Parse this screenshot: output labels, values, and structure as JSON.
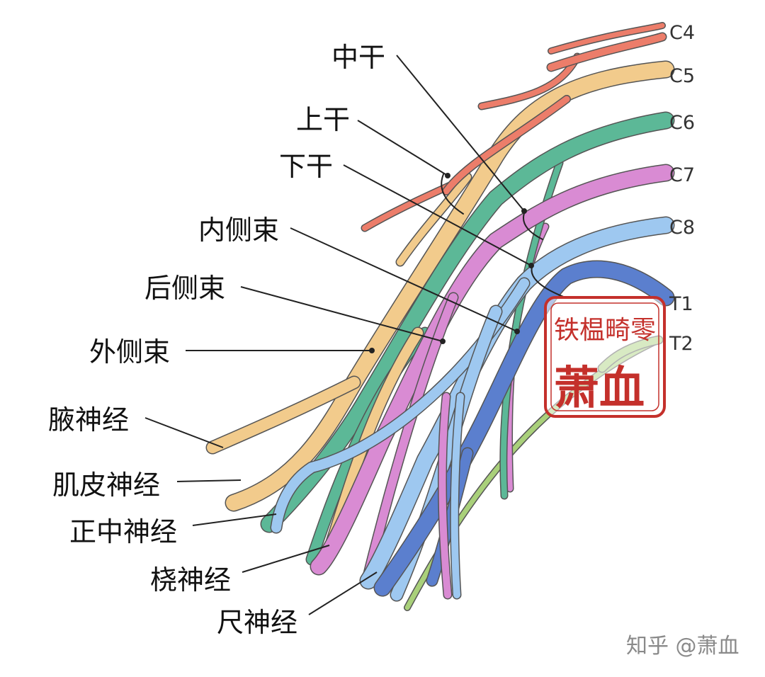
{
  "colors": {
    "c5": "#f2cb8c",
    "c6": "#5cb897",
    "c7": "#d98bd3",
    "c8": "#9ec8f0",
    "t1": "#5b7fce",
    "c4": "#ec7d6a",
    "t2": "#a9d07a",
    "outline": "#555555",
    "stamp": "#c4302b"
  },
  "roots": {
    "c4": "C4",
    "c5": "C5",
    "c6": "C6",
    "c7": "C7",
    "c8": "C8",
    "t1": "T1",
    "t2": "T2"
  },
  "labels": {
    "middle_trunk": "中干",
    "upper_trunk": "上干",
    "lower_trunk": "下干",
    "medial_cord": "内侧束",
    "posterior_cord": "后侧束",
    "lateral_cord": "外侧束",
    "axillary_nerve": "腋神经",
    "musculocutaneous_nerve": "肌皮神经",
    "median_nerve": "正中神经",
    "radial_nerve": "桡神经",
    "ulnar_nerve": "尺神经"
  },
  "stamp": {
    "top_text": "铁榅畸零",
    "main_text": "萧血"
  },
  "watermark": "知乎 @萧血"
}
